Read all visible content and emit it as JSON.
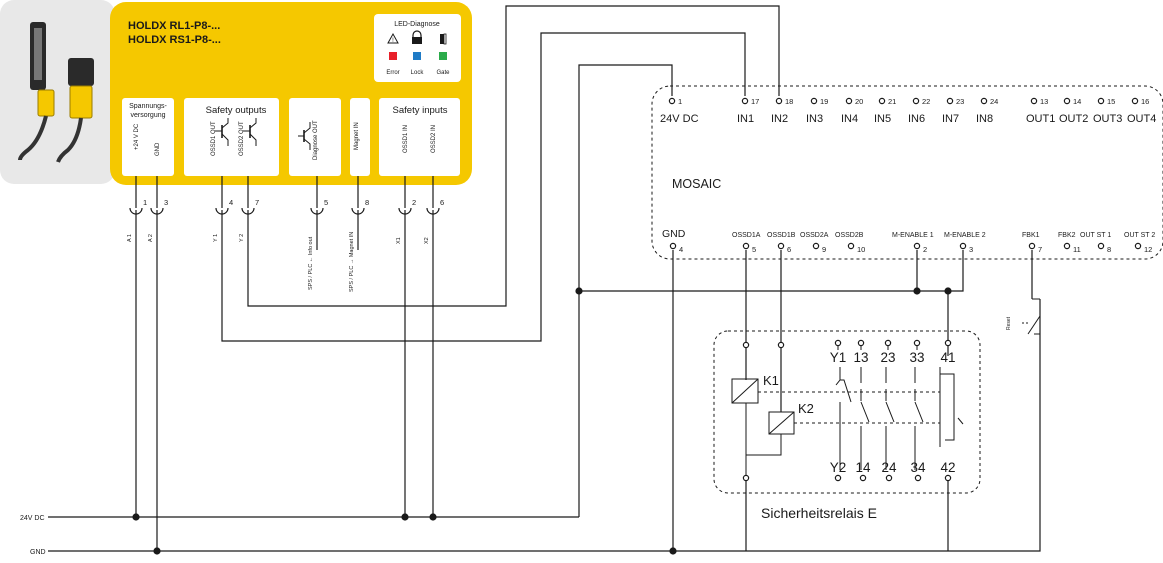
{
  "device": {
    "titles": [
      "HOLDX RL1-P8-...",
      "HOLDX RS1-P8-..."
    ],
    "yellow": "#f5c800",
    "led_title": "LED-Diagnose",
    "leds": [
      {
        "icon": "warning-icon",
        "color": "#e8202a",
        "label": "Error"
      },
      {
        "icon": "lock-icon",
        "color": "#1f7bc6",
        "label": "Lock"
      },
      {
        "icon": "gate-icon",
        "color": "#2bab4a",
        "label": "Gate"
      }
    ],
    "groups": {
      "supply": "Spannungs-\nversorgung",
      "outputs": "Safety outputs",
      "inputs": "Safety inputs"
    },
    "signals": [
      "+24 V DC",
      "GND",
      "OSSD1 OUT",
      "OSSD2 OUT",
      "Diagnose OUT",
      "Magnet IN",
      "OSSD1 IN",
      "OSSD2 IN"
    ],
    "pins": [
      "1",
      "3",
      "4",
      "7",
      "5",
      "8",
      "2",
      "6"
    ],
    "wire_labels": [
      "A 1",
      "A 2",
      "Y 1",
      "Y 2",
      "SPS / PLC ← Info out",
      "SPS / PLC → Magnet IN",
      "X1",
      "X2"
    ]
  },
  "mosaic": {
    "name": "MOSAIC",
    "top_pins": [
      "1",
      "17",
      "18",
      "19",
      "20",
      "21",
      "22",
      "23",
      "24",
      "13",
      "14",
      "15",
      "16"
    ],
    "top_labels": [
      "24V DC",
      "IN1",
      "IN2",
      "IN3",
      "IN4",
      "IN5",
      "IN6",
      "IN7",
      "IN8",
      "OUT1",
      "OUT2",
      "OUT3",
      "OUT4"
    ],
    "bottom_labels": [
      "GND",
      "OSSD1A",
      "OSSD1B",
      "OSSD2A",
      "OSSD2B",
      "M-ENABLE 1",
      "M-ENABLE 2",
      "FBK1",
      "FBK2",
      "OUT ST 1",
      "OUT ST 2"
    ],
    "bottom_pins": [
      "4",
      "5",
      "6",
      "9",
      "10",
      "2",
      "3",
      "7",
      "11",
      "8",
      "12"
    ]
  },
  "relay": {
    "name": "Sicherheitsrelais E",
    "top_terms": [
      "Y1",
      "13",
      "23",
      "33",
      "41"
    ],
    "bottom_terms": [
      "Y2",
      "14",
      "24",
      "34",
      "42"
    ],
    "coils": [
      "K1",
      "K2"
    ]
  },
  "rails": {
    "supply": "24V DC",
    "ground": "GND"
  },
  "reset": "Reset"
}
